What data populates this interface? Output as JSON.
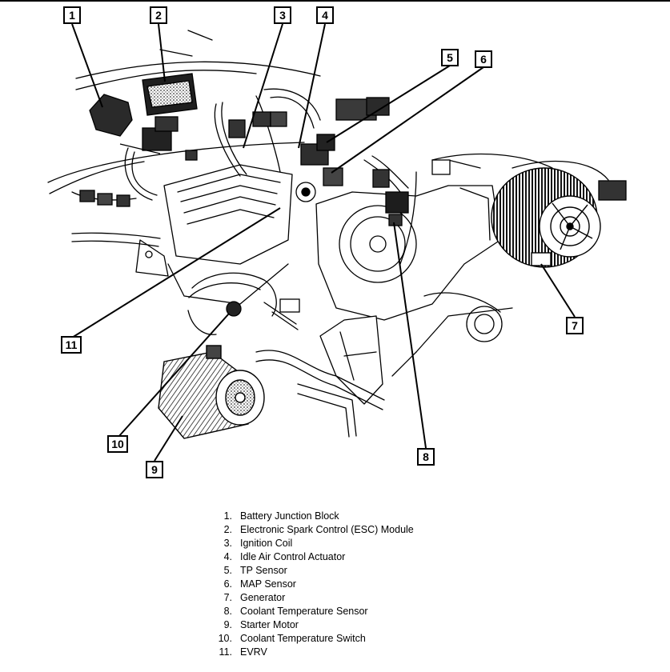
{
  "callouts": [
    "1",
    "2",
    "3",
    "4",
    "5",
    "6",
    "7",
    "8",
    "9",
    "10",
    "11"
  ],
  "legend": [
    {
      "num": "1.",
      "text": "Battery Junction Block"
    },
    {
      "num": "2.",
      "text": "Electronic Spark Control (ESC) Module"
    },
    {
      "num": "3.",
      "text": "Ignition Coil"
    },
    {
      "num": "4.",
      "text": "Idle Air Control Actuator"
    },
    {
      "num": "5.",
      "text": "TP Sensor"
    },
    {
      "num": "6.",
      "text": "MAP Sensor"
    },
    {
      "num": "7.",
      "text": "Generator"
    },
    {
      "num": "8.",
      "text": "Coolant Temperature Sensor"
    },
    {
      "num": "9.",
      "text": "Starter Motor"
    },
    {
      "num": "10.",
      "text": "Coolant Temperature Switch"
    },
    {
      "num": "11.",
      "text": "EVRV"
    }
  ]
}
